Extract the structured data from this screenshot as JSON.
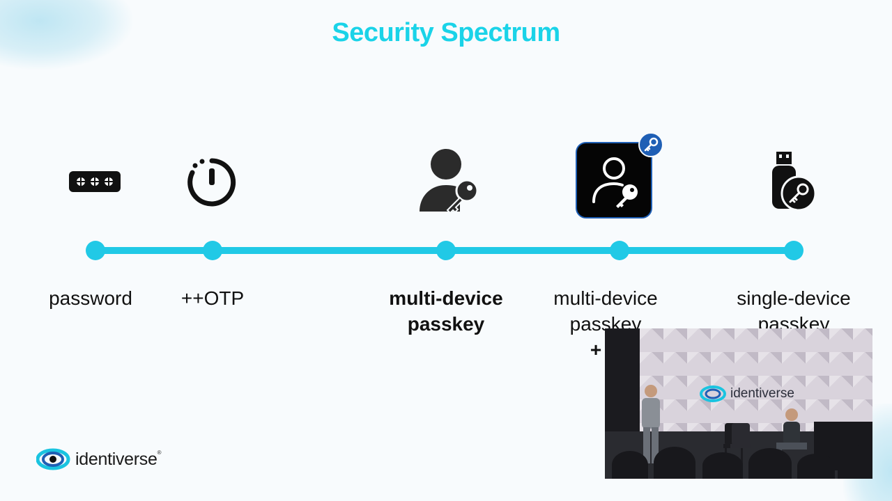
{
  "slide": {
    "title": "Security Spectrum"
  },
  "colors": {
    "accent": "#1ad3e8",
    "timeline": "#21c9e6",
    "text": "#111111",
    "brand_blue": "#1f5fb5"
  },
  "spectrum": {
    "items": [
      {
        "label": "password",
        "icon": "password-field-icon",
        "bold": false
      },
      {
        "label": "++OTP",
        "icon": "otp-timer-icon",
        "bold": false
      },
      {
        "label_lines": [
          "multi-device",
          "passkey"
        ],
        "icon": "user-key-icon",
        "bold": true
      },
      {
        "label_lines": [
          "multi-device",
          "passkey"
        ],
        "extra": "+ D",
        "icon": "user-key-app-icon",
        "badge_icon": "key-badge-icon",
        "bold": false
      },
      {
        "label_lines": [
          "single-device",
          "passkey"
        ],
        "icon": "usb-security-key-icon",
        "bold": false
      }
    ]
  },
  "brand": {
    "name": "identiverse",
    "mark": "®"
  },
  "video": {
    "stage_logo": "identiverse"
  }
}
